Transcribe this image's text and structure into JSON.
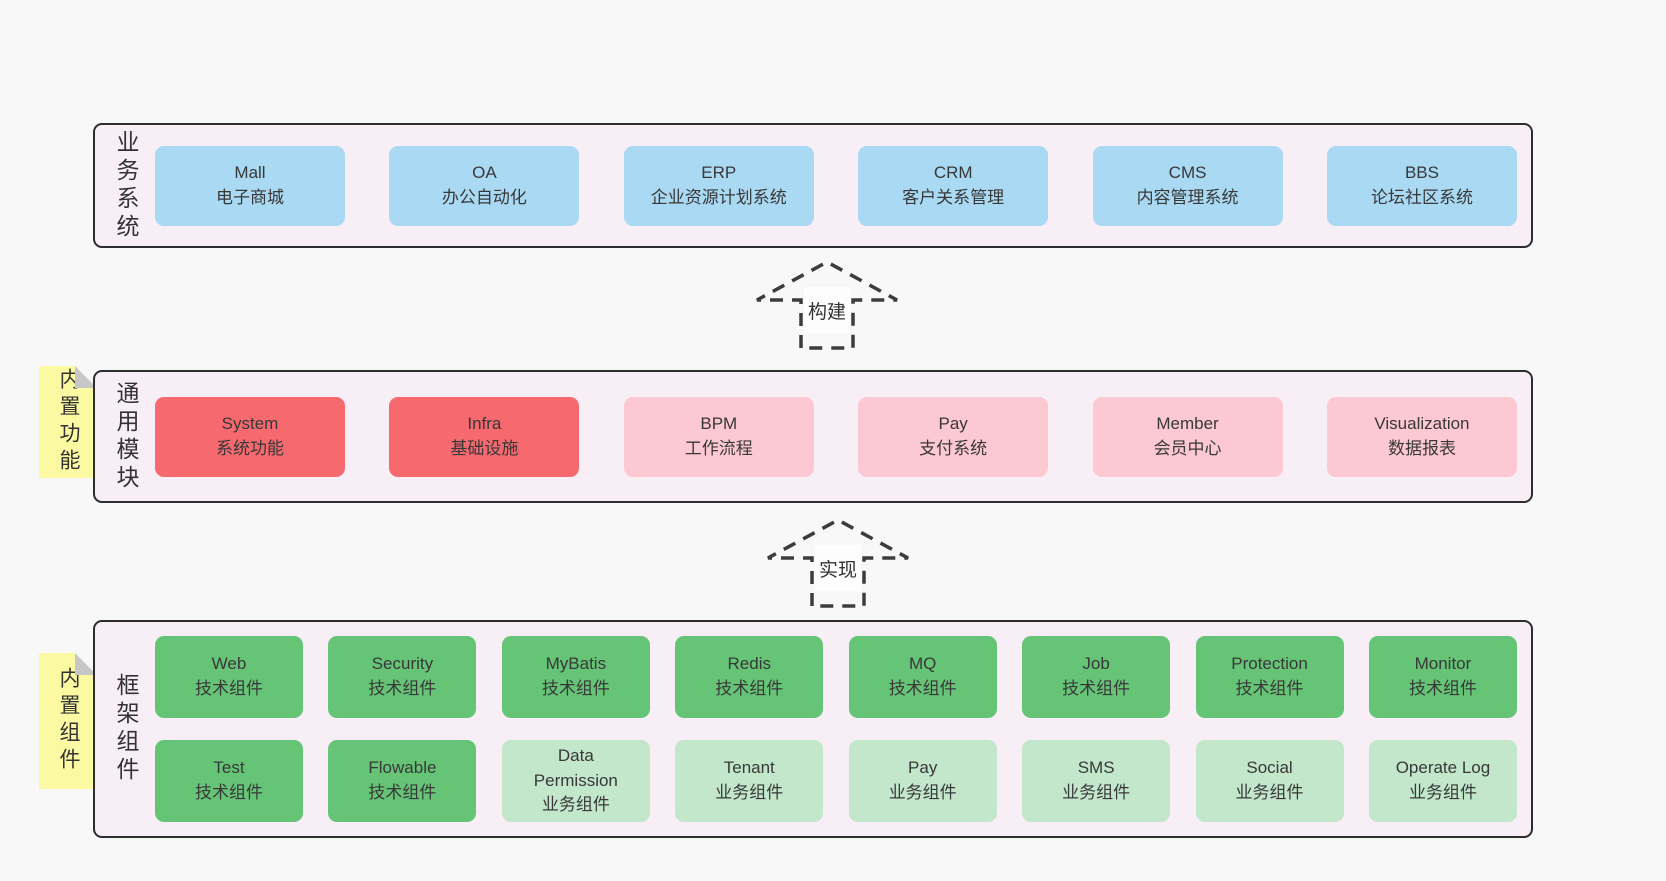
{
  "colors": {
    "page_bg": "#f8f8f8",
    "band_bg": "#f8eef6",
    "band_border": "#2d2d2d",
    "blue": "#a9d9f3",
    "red": "#f5696f",
    "pink": "#fcc8d2",
    "green": "#66c477",
    "lightgreen": "#c2e7ca",
    "note_bg": "#fbfaa3",
    "note_fold": "#c7c7c7",
    "text": "#3a3a3a",
    "arrow_stroke": "#3c3c3c"
  },
  "rows": [
    {
      "label": "业务系统",
      "boxes": [
        {
          "name": "Mall",
          "desc": "电子商城"
        },
        {
          "name": "OA",
          "desc": "办公自动化"
        },
        {
          "name": "ERP",
          "desc": "企业资源计划系统"
        },
        {
          "name": "CRM",
          "desc": "客户关系管理"
        },
        {
          "name": "CMS",
          "desc": "内容管理系统"
        },
        {
          "name": "BBS",
          "desc": "论坛社区系统"
        }
      ]
    },
    {
      "label": "通用模块",
      "note": "内置功能",
      "boxes": [
        {
          "name": "System",
          "desc": "系统功能"
        },
        {
          "name": "Infra",
          "desc": "基础设施"
        },
        {
          "name": "BPM",
          "desc": "工作流程"
        },
        {
          "name": "Pay",
          "desc": "支付系统"
        },
        {
          "name": "Member",
          "desc": "会员中心"
        },
        {
          "name": "Visualization",
          "desc": "数据报表"
        }
      ]
    },
    {
      "label": "框架组件",
      "note": "内置组件",
      "boxes": [
        {
          "name": "Web",
          "desc": "技术组件"
        },
        {
          "name": "Security",
          "desc": "技术组件"
        },
        {
          "name": "MyBatis",
          "desc": "技术组件"
        },
        {
          "name": "Redis",
          "desc": "技术组件"
        },
        {
          "name": "MQ",
          "desc": "技术组件"
        },
        {
          "name": "Job",
          "desc": "技术组件"
        },
        {
          "name": "Protection",
          "desc": "技术组件"
        },
        {
          "name": "Monitor",
          "desc": "技术组件"
        },
        {
          "name": "Test",
          "desc": "技术组件"
        },
        {
          "name": "Flowable",
          "desc": "技术组件"
        },
        {
          "name": "Data Permission",
          "desc": "业务组件"
        },
        {
          "name": "Tenant",
          "desc": "业务组件"
        },
        {
          "name": "Pay",
          "desc": "业务组件"
        },
        {
          "name": "SMS",
          "desc": "业务组件"
        },
        {
          "name": "Social",
          "desc": "业务组件"
        },
        {
          "name": "Operate Log",
          "desc": "业务组件"
        }
      ]
    }
  ],
  "arrows": [
    {
      "label": "构建"
    },
    {
      "label": "实现"
    }
  ]
}
